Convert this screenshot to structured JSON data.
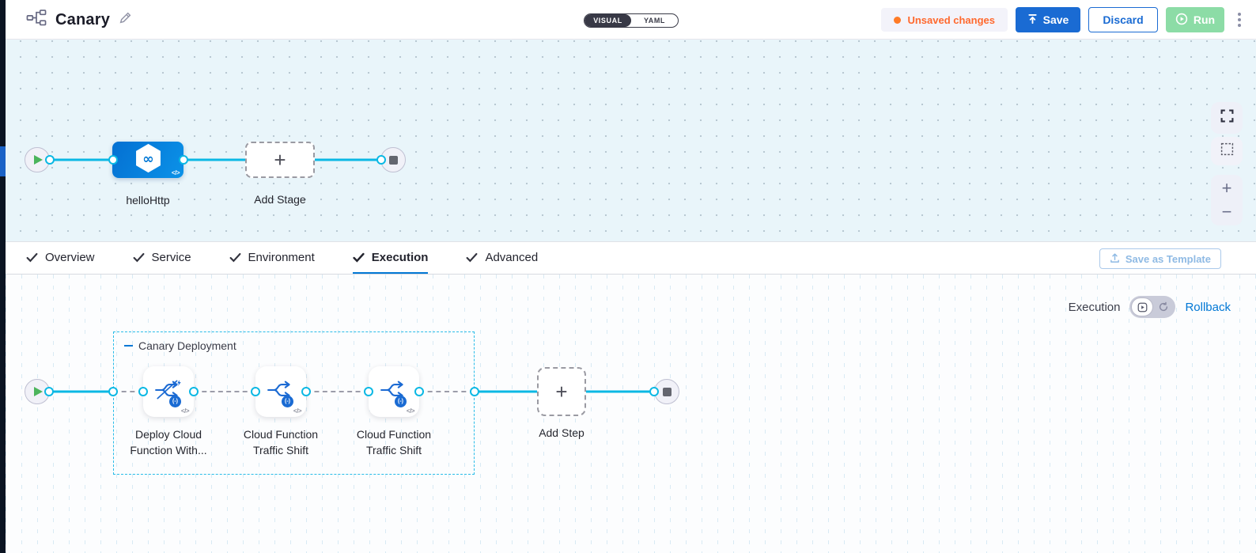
{
  "header": {
    "title": "Canary",
    "mode_toggle": {
      "options": [
        "VISUAL",
        "YAML"
      ],
      "selected": "VISUAL"
    },
    "unsaved_badge": "Unsaved changes",
    "save": "Save",
    "discard": "Discard",
    "run": "Run"
  },
  "stage_pipeline": {
    "stage_name": "helloHttp",
    "add_stage": "Add Stage"
  },
  "tabs": [
    {
      "label": "Overview",
      "active": false
    },
    {
      "label": "Service",
      "active": false
    },
    {
      "label": "Environment",
      "active": false
    },
    {
      "label": "Execution",
      "active": true
    },
    {
      "label": "Advanced",
      "active": false
    }
  ],
  "save_as_template": "Save as Template",
  "execution": {
    "mode_label": "Execution",
    "rollback_link": "Rollback",
    "group": {
      "label": "Canary Deployment",
      "steps": [
        {
          "line1": "Deploy Cloud",
          "line2": "Function With..."
        },
        {
          "line1": "Cloud Function",
          "line2": "Traffic Shift"
        },
        {
          "line1": "Cloud Function",
          "line2": "Traffic Shift"
        }
      ]
    },
    "add_step": "Add Step"
  },
  "icons": {
    "plus": "+",
    "minus": "−",
    "infinity": "∞",
    "code": "</>",
    "fn_badge": "(-)"
  },
  "colors": {
    "accent_blue": "#1a6bd3",
    "link_blue": "#0278d5",
    "wire_cyan": "#0bb8e4",
    "unsaved_orange": "#ff692e",
    "run_green": "#8cdca6",
    "dark_navy": "#383946",
    "canvas_top_bg": "#e9f5fa",
    "canvas_bottom_bg": "#fcfdfe"
  }
}
